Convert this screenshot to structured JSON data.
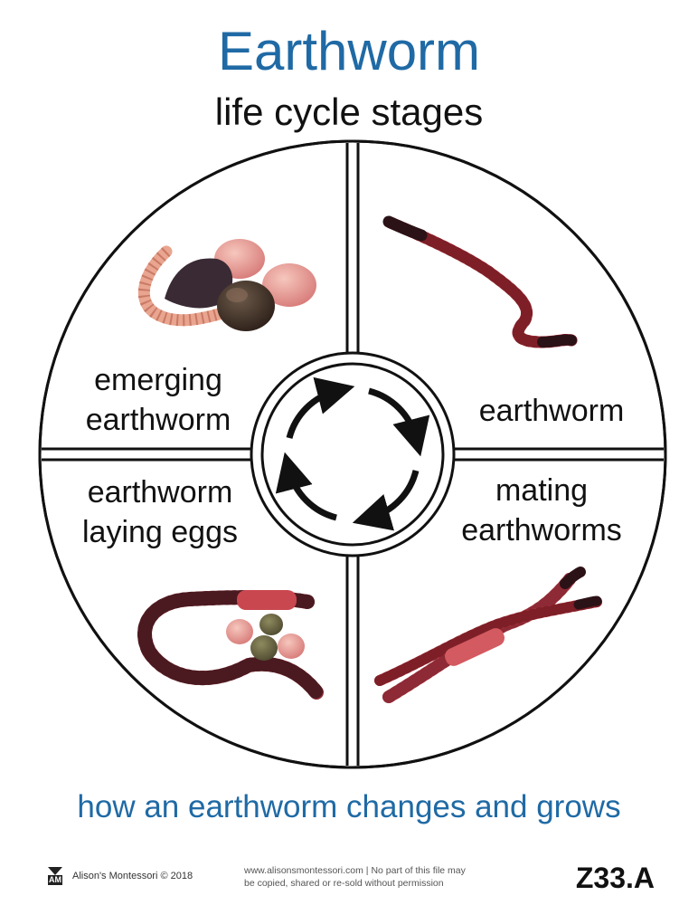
{
  "title": "Earthworm",
  "subtitle": "life cycle stages",
  "stages": {
    "emerging": [
      "emerging",
      "earthworm"
    ],
    "adult": "earthworm",
    "mating": [
      "mating",
      "earthworms"
    ],
    "laying": [
      "earthworm",
      "laying eggs"
    ]
  },
  "caption": "how an earthworm changes and grows",
  "footer": {
    "logo_text": "AM",
    "copyright": "Alison's Montessori © 2018",
    "notice_line1": "www.alisonsmontessori.com | No part of this file may",
    "notice_line2": "be copied, shared or re-sold without permission",
    "code": "Z33.A"
  },
  "colors": {
    "title_blue": "#1f6aa5",
    "worm_red": "#b8363f",
    "worm_dark": "#4a1a20",
    "worm_pink": "#e9a58f",
    "egg_pink": "#e8948e",
    "egg_dark": "#3d2a22"
  }
}
